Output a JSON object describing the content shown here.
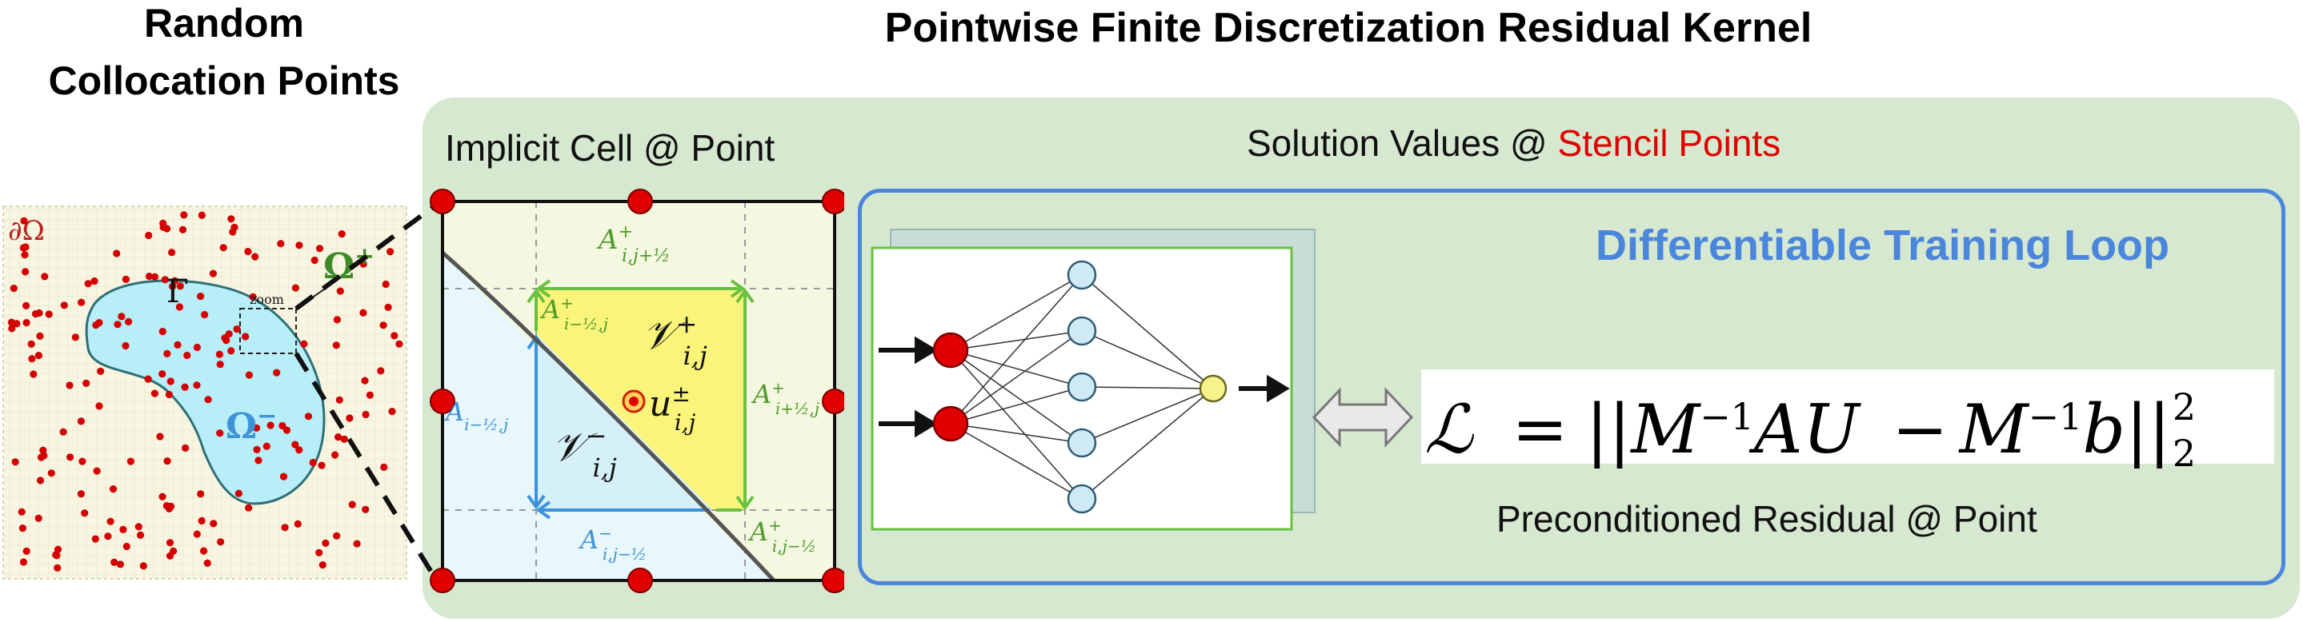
{
  "titles": {
    "left_line1": "Random",
    "left_line2": "Collocation Points",
    "main": "Pointwise Finite Discretization Residual Kernel"
  },
  "domain_panel": {
    "boundary_label": "∂Ω",
    "interface_label": "Γ",
    "outer_label": "Ω",
    "outer_sup": "+",
    "inner_label": "Ω",
    "inner_sup": "−",
    "zoom_label": "zoom"
  },
  "cell_panel": {
    "header": "Implicit Cell @ Point",
    "v_plus": "𝒱",
    "v_plus_sub": "i,j",
    "v_plus_sup": "+",
    "v_minus": "𝒱",
    "v_minus_sub": "i,j",
    "v_minus_sup": "−",
    "u_main": "u",
    "u_sub": "i,j",
    "u_sup": "±",
    "a_top": "A",
    "a_top_sup": "+",
    "a_top_sub": "i,j+½",
    "a_left_inner": "A",
    "a_left_inner_sup": "+",
    "a_left_inner_sub": "i−½,j",
    "a_left_outer": "A",
    "a_left_outer_sub": "i−½,j",
    "a_right": "A",
    "a_right_sup": "+",
    "a_right_sub": "i+½,j",
    "a_bottom_minus": "A",
    "a_bottom_minus_sup": "−",
    "a_bottom_minus_sub": "i,j−½",
    "a_bottom_plus": "A",
    "a_bottom_plus_sup": "+",
    "a_bottom_plus_sub": "i,j−½"
  },
  "training": {
    "solution_prefix": "Solution Values @ ",
    "solution_highlight": "Stencil Points",
    "loop_title": "Differentiable Training Loop",
    "residual_caption": "Preconditioned Residual @ Point",
    "loss_lhs": "ℒ",
    "loss_eq": "=",
    "loss_bars_open": "||",
    "loss_m1": "M",
    "loss_inv1": "−1",
    "loss_au": "AU",
    "loss_minus": "−",
    "loss_m2": "M",
    "loss_inv2": "−1",
    "loss_b": "b",
    "loss_bars_close": "||",
    "loss_sup": "2",
    "loss_sub": "2"
  },
  "colors": {
    "panel_green": "#d6e8cf",
    "loop_blue": "#4a86dc",
    "stencil_red": "#e00000",
    "cell_yellow": "#fbf47a",
    "cell_blue": "#e7f7fb",
    "domain_cyan": "#b8eef8",
    "outer_green": "#3e8a28",
    "inner_blue": "#3e92d8",
    "grid_bg": "#f8f6e2",
    "edge_green": "#6bc040"
  }
}
